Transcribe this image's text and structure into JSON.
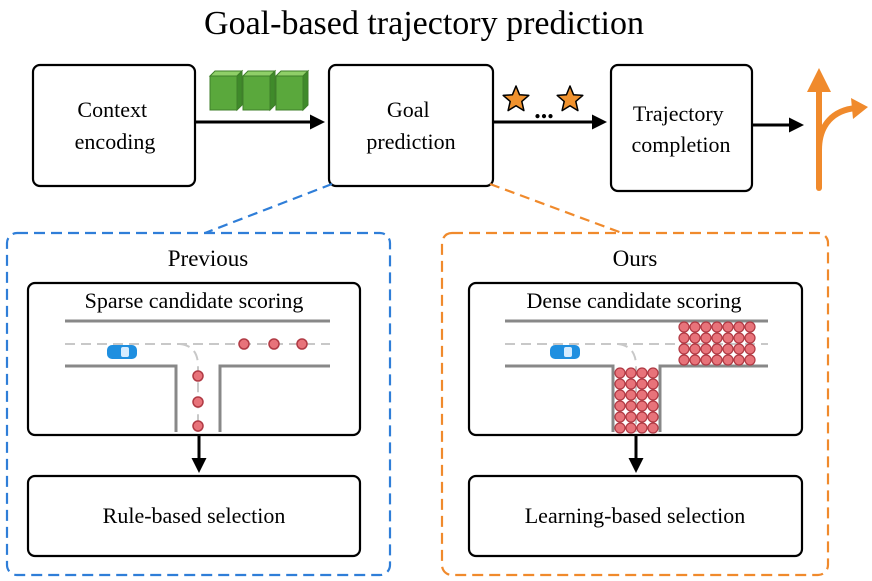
{
  "title": "Goal-based trajectory prediction",
  "pipeline": {
    "context_encoding": [
      "Context",
      "encoding"
    ],
    "goal_prediction": [
      "Goal",
      "prediction"
    ],
    "trajectory_completion": [
      "Trajectory",
      "completion"
    ],
    "ellipsis": "..."
  },
  "previous": {
    "heading": "Previous",
    "scoring_title": "Sparse candidate scoring",
    "selection": "Rule-based selection"
  },
  "ours": {
    "heading": "Ours",
    "scoring_title": "Dense candidate scoring",
    "selection": "Learning-based selection"
  },
  "colors": {
    "previous_accent": "#2f7ed8",
    "ours_accent": "#f08a2c",
    "feature_green": "#5aa83c",
    "candidate_fill": "#e8737a",
    "car_blue": "#1f8fe0",
    "star_orange": "#f0922e"
  }
}
